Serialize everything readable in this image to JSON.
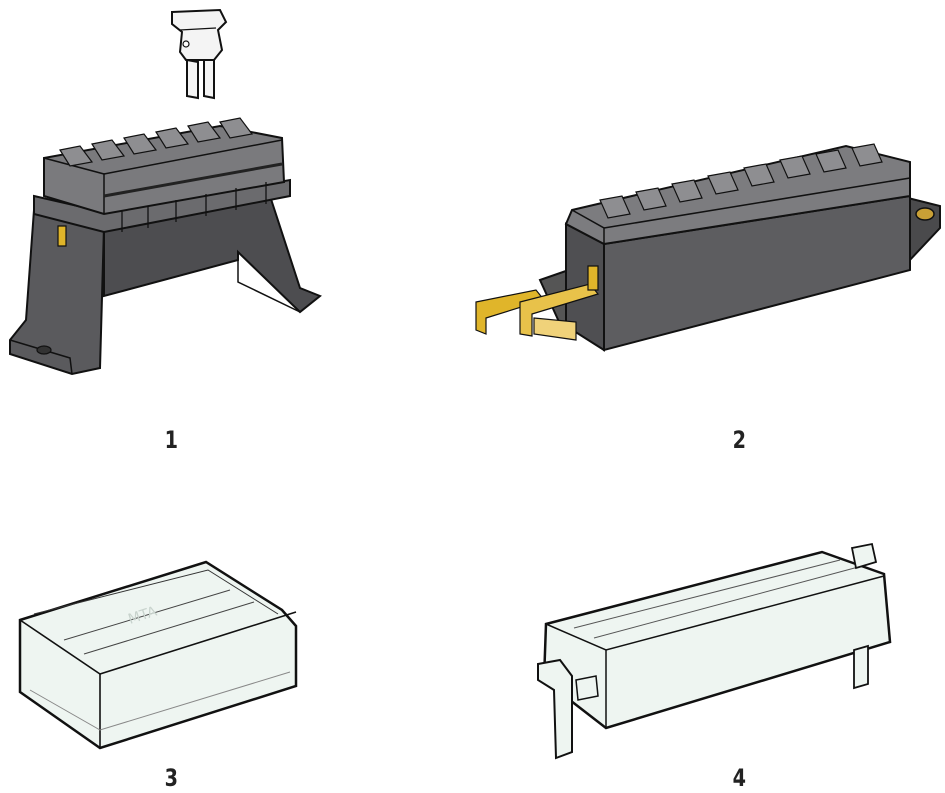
{
  "figure": {
    "items": [
      {
        "label": "1"
      },
      {
        "label": "2"
      },
      {
        "label": "3"
      },
      {
        "label": "4"
      }
    ],
    "logo_text": "MTA",
    "colors": {
      "housing_dark": "#4a4a4c",
      "housing_mid": "#6b6b6e",
      "housing_light": "#8e8e91",
      "brass": "#e0b52a",
      "cover_fill": "#eef5f1",
      "outline": "#111111"
    }
  }
}
